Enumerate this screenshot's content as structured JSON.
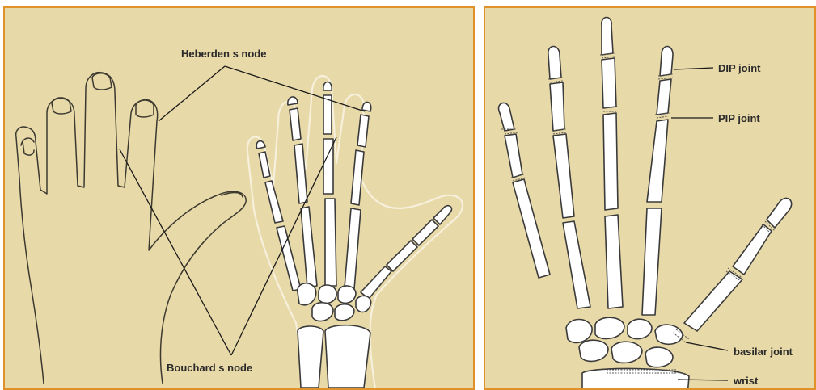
{
  "colors": {
    "panel_bg": "#e8d9a8",
    "panel_border": "#e0912a",
    "bone": "#ffffff",
    "outline": "#3a3a3a"
  },
  "left_panel": {
    "heberden_label": "Heberden s node",
    "bouchard_label": "Bouchard s node"
  },
  "right_panel": {
    "dip_label": "DIP joint",
    "pip_label": "PIP joint",
    "basilar_label": "basilar joint",
    "wrist_label": "wrist"
  }
}
